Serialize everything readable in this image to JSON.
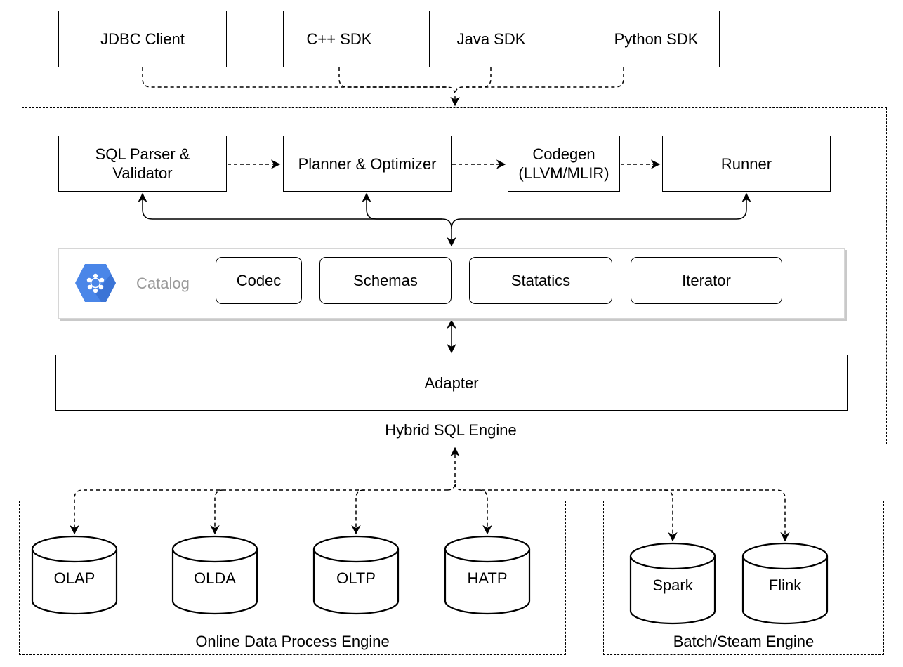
{
  "clients": {
    "jdbc": "JDBC Client",
    "cpp": "C++ SDK",
    "java": "Java SDK",
    "python": "Python SDK"
  },
  "engine": {
    "title": "Hybrid SQL Engine",
    "parser_line1": "SQL Parser &",
    "parser_line2": "Validator",
    "planner": "Planner & Optimizer",
    "codegen_line1": "Codegen",
    "codegen_line2": "(LLVM/MLIR)",
    "runner": "Runner",
    "adapter": "Adapter"
  },
  "catalog": {
    "label": "Catalog",
    "icon": "gcp-hexagon-icon",
    "icon_color": "#4a86e8",
    "items": [
      "Codec",
      "Schemas",
      "Statatics",
      "Iterator"
    ]
  },
  "online_engine": {
    "title": "Online Data Process Engine",
    "stores": [
      "OLAP",
      "OLDA",
      "OLTP",
      "HATP"
    ]
  },
  "batch_engine": {
    "title": "Batch/Steam Engine",
    "stores": [
      "Spark",
      "Flink"
    ]
  }
}
